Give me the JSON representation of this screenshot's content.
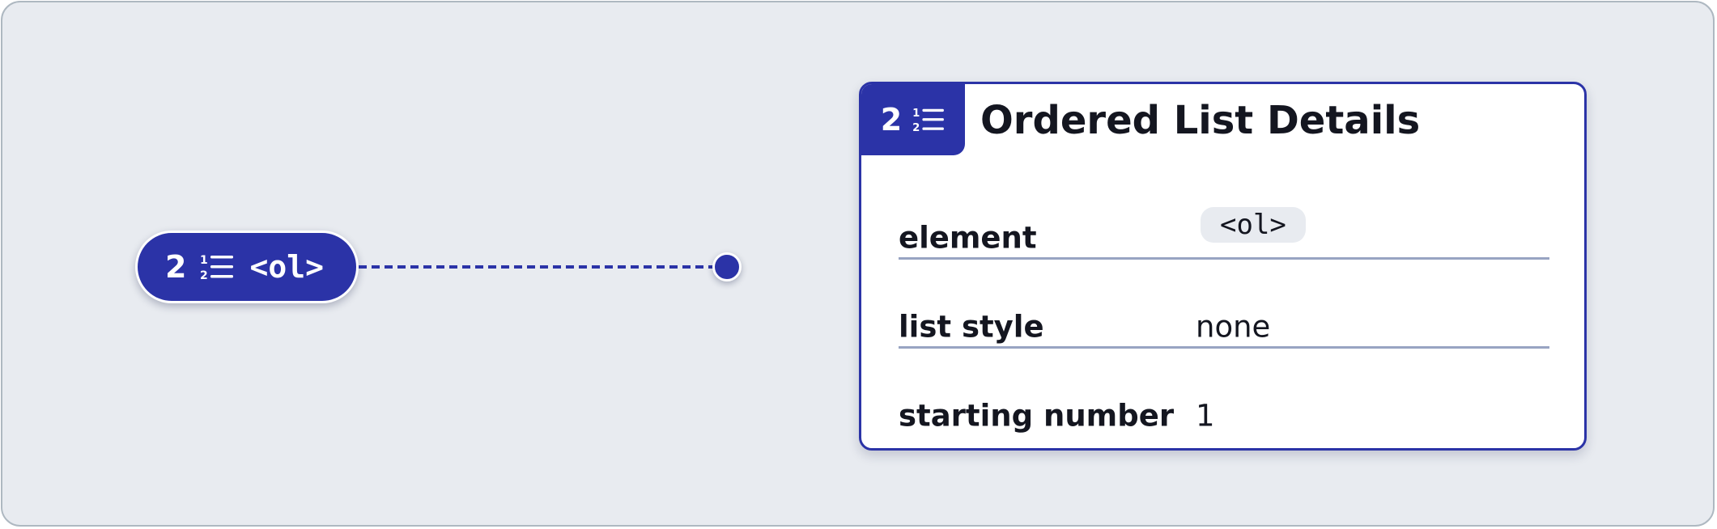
{
  "badge": {
    "count": "2",
    "icon": "ordered-list-icon",
    "tag": "<ol>"
  },
  "card": {
    "tab_count": "2",
    "tab_icon": "ordered-list-icon",
    "title": "Ordered List Details",
    "rows": [
      {
        "label": "element",
        "value": "<ol>",
        "value_style": "code"
      },
      {
        "label": "list style",
        "value": "none"
      },
      {
        "label": "starting number",
        "value": "1"
      }
    ]
  },
  "colors": {
    "accent": "#2b33a7",
    "background": "#e8ebf0",
    "divider": "#98a4c2",
    "text": "#141620"
  }
}
